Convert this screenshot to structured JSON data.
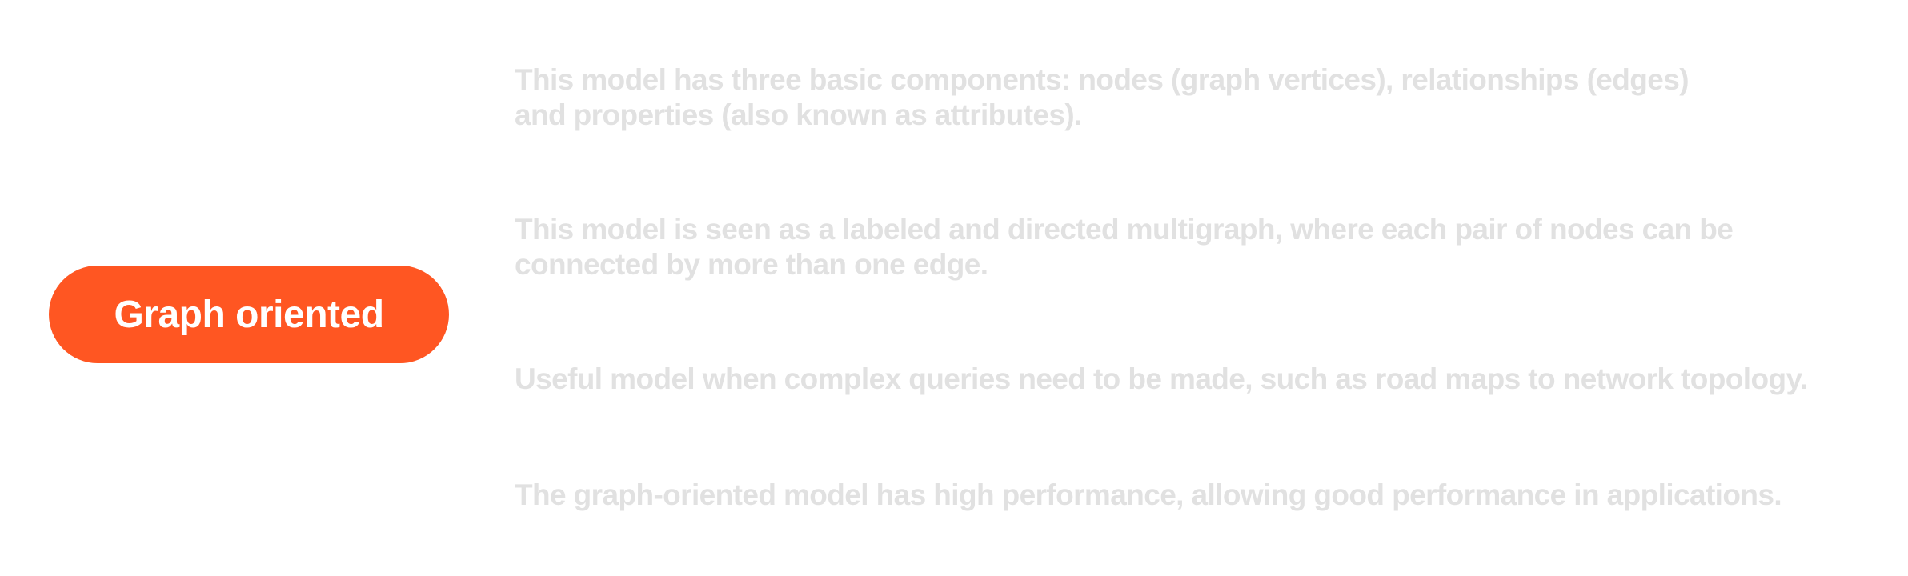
{
  "topic": {
    "label": "Graph oriented",
    "color": "#ff5622"
  },
  "statements": [
    "This model has three basic components: nodes (graph vertices), relationships (edges) and properties (also known as attributes).",
    "This model is seen as a labeled and directed multigraph, where each pair of nodes can be connected by more than one edge.",
    "Useful model when complex queries need to be made, such as road maps to network topology.",
    "The graph-oriented model has high performance, allowing good performance in applications."
  ],
  "text_color": "#e1e1e1"
}
